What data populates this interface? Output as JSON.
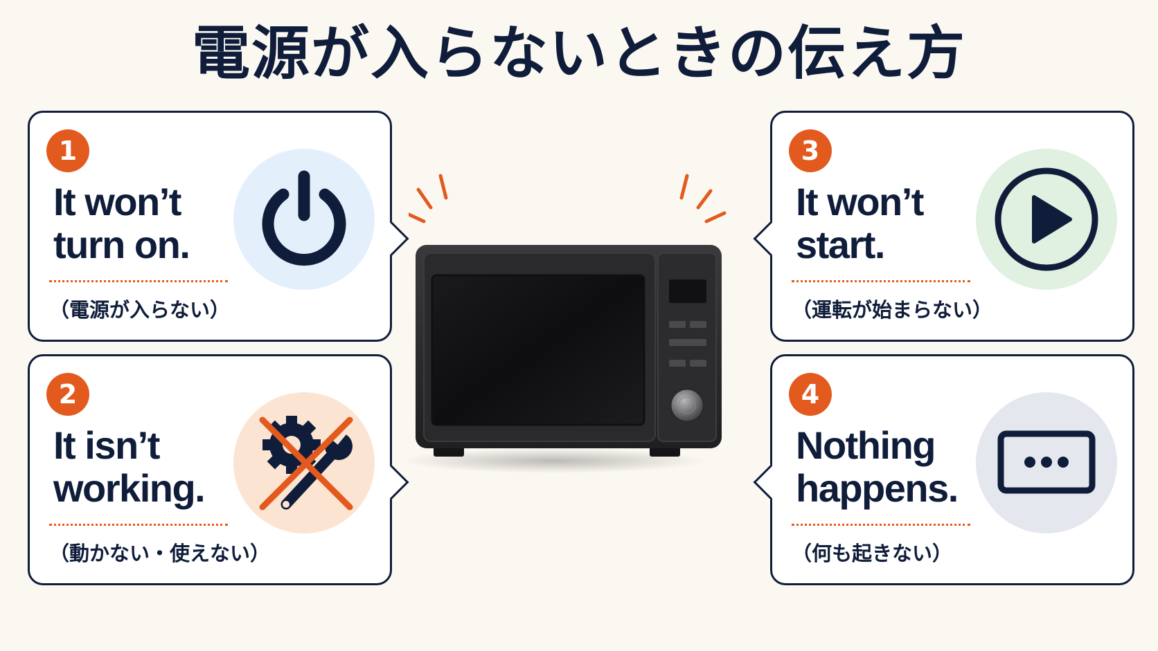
{
  "title": "電源が入らないときの伝え方",
  "cards": [
    {
      "number": "1",
      "phrase_line1": "It won’t",
      "phrase_line2": "turn on.",
      "translation": "（電源が入らない）",
      "icon": "power-icon",
      "icon_bg": "#e3f0fc"
    },
    {
      "number": "2",
      "phrase_line1": "It isn’t",
      "phrase_line2": "working.",
      "translation": "（動かない・使えない）",
      "icon": "gear-wrench-crossed-icon",
      "icon_bg": "#fbe5d2"
    },
    {
      "number": "3",
      "phrase_line1": "It won’t",
      "phrase_line2": "start.",
      "translation": "（運転が始まらない）",
      "icon": "play-icon",
      "icon_bg": "#e0f1e1"
    },
    {
      "number": "4",
      "phrase_line1": "Nothing",
      "phrase_line2": "happens.",
      "translation": "（何も起きない）",
      "icon": "ellipsis-screen-icon",
      "icon_bg": "#e4e7ee"
    }
  ],
  "colors": {
    "navy": "#0f1d3a",
    "accent": "#e35a1f",
    "background": "#fbf8f2"
  },
  "center_image": "microwave-oven"
}
